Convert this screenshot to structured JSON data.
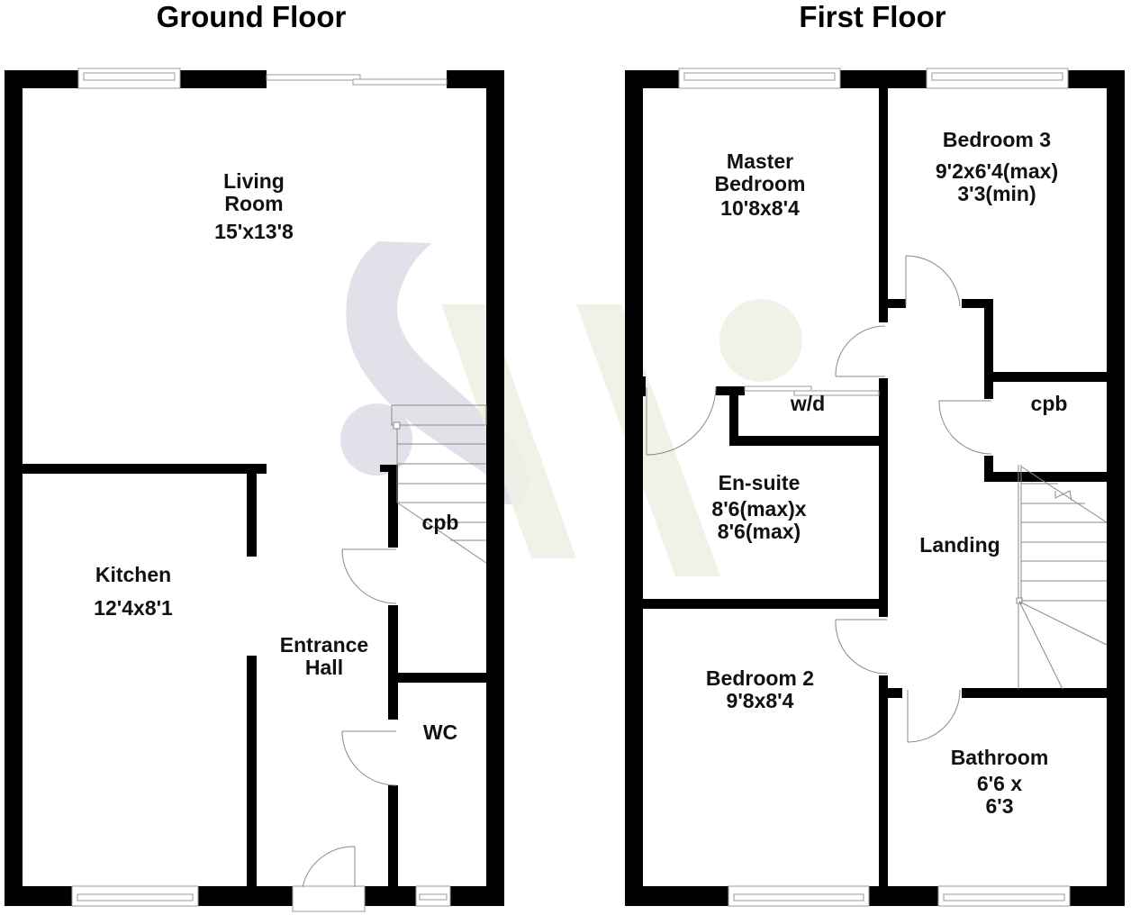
{
  "floors": [
    {
      "title": "Ground Floor",
      "rooms": [
        {
          "name": "Living\nRoom",
          "name_line1": "Living",
          "name_line2": "Room",
          "dimensions": "15'x13'8"
        },
        {
          "name_line1": "Kitchen",
          "dimensions": "12'4x8'1"
        },
        {
          "name_line1": "Entrance",
          "name_line2": "Hall"
        },
        {
          "name_line1": "cpb"
        },
        {
          "name_line1": "WC"
        }
      ]
    },
    {
      "title": "First Floor",
      "rooms": [
        {
          "name_line1": "Master",
          "name_line2": "Bedroom",
          "dimensions": "10'8x8'4"
        },
        {
          "name_line1": "Bedroom 3",
          "dimensions": "9'2x6'4(max)",
          "dimensions_line2": "3'3(min)"
        },
        {
          "name_line1": "w/d"
        },
        {
          "name_line1": "cpb"
        },
        {
          "name_line1": "En-suite",
          "dimensions": "8'6(max)x",
          "dimensions_line2": "8'6(max)"
        },
        {
          "name_line1": "Landing"
        },
        {
          "name_line1": "Bedroom 2",
          "dimensions": "9'8x8'4"
        },
        {
          "name_line1": "Bathroom",
          "dimensions": "6'6 x",
          "dimensions_line2": "6'3"
        }
      ]
    }
  ],
  "watermark": {
    "letters": "SW",
    "color_s": "#dcdce6",
    "color_w": "#f0f0e6"
  },
  "colors": {
    "wall": "#000000",
    "fixture_line": "#8a8a8a",
    "background": "#ffffff"
  }
}
